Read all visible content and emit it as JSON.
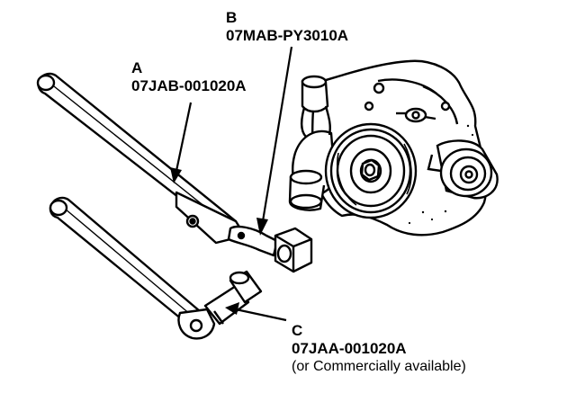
{
  "callouts": {
    "a": {
      "letter": "A",
      "part_number": "07JAB-001020A"
    },
    "b": {
      "letter": "B",
      "part_number": "07MAB-PY3010A"
    },
    "c": {
      "letter": "C",
      "part_number": "07JAA-001020A",
      "note": "(or Commercially available)"
    }
  }
}
